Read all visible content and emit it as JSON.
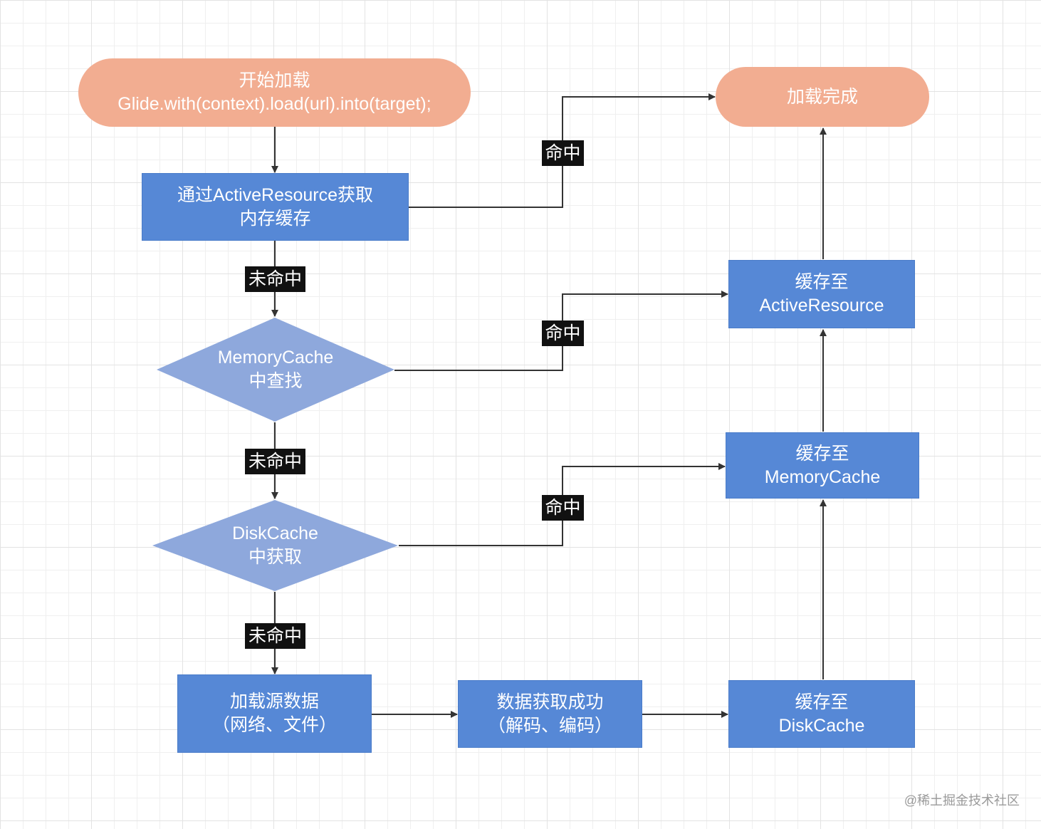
{
  "nodes": {
    "start": {
      "line1": "开始加载",
      "line2": "Glide.with(context).load(url).into(target);"
    },
    "active_resource_lookup": {
      "line1": "通过ActiveResource获取",
      "line2": "内存缓存"
    },
    "memory_cache_lookup": {
      "line1": "MemoryCache",
      "line2": "中查找"
    },
    "disk_cache_lookup": {
      "line1": "DiskCache",
      "line2": "中获取"
    },
    "load_source": {
      "line1": "加载源数据",
      "line2": "（网络、文件）"
    },
    "fetch_success": {
      "line1": "数据获取成功",
      "line2": "（解码、编码）"
    },
    "cache_to_disk": {
      "line1": "缓存至",
      "line2": "DiskCache"
    },
    "cache_to_memory": {
      "line1": "缓存至",
      "line2": "MemoryCache"
    },
    "cache_to_active": {
      "line1": "缓存至",
      "line2": "ActiveResource"
    },
    "done": {
      "line1": "加载完成"
    }
  },
  "edge_labels": {
    "hit": "命中",
    "miss": "未命中"
  },
  "watermark": "@稀土掘金技术社区",
  "colors": {
    "terminal": "#f2ad91",
    "process": "#5688d6",
    "decision": "#8ea8dc",
    "edge": "#333333",
    "label_bg": "#111111"
  }
}
